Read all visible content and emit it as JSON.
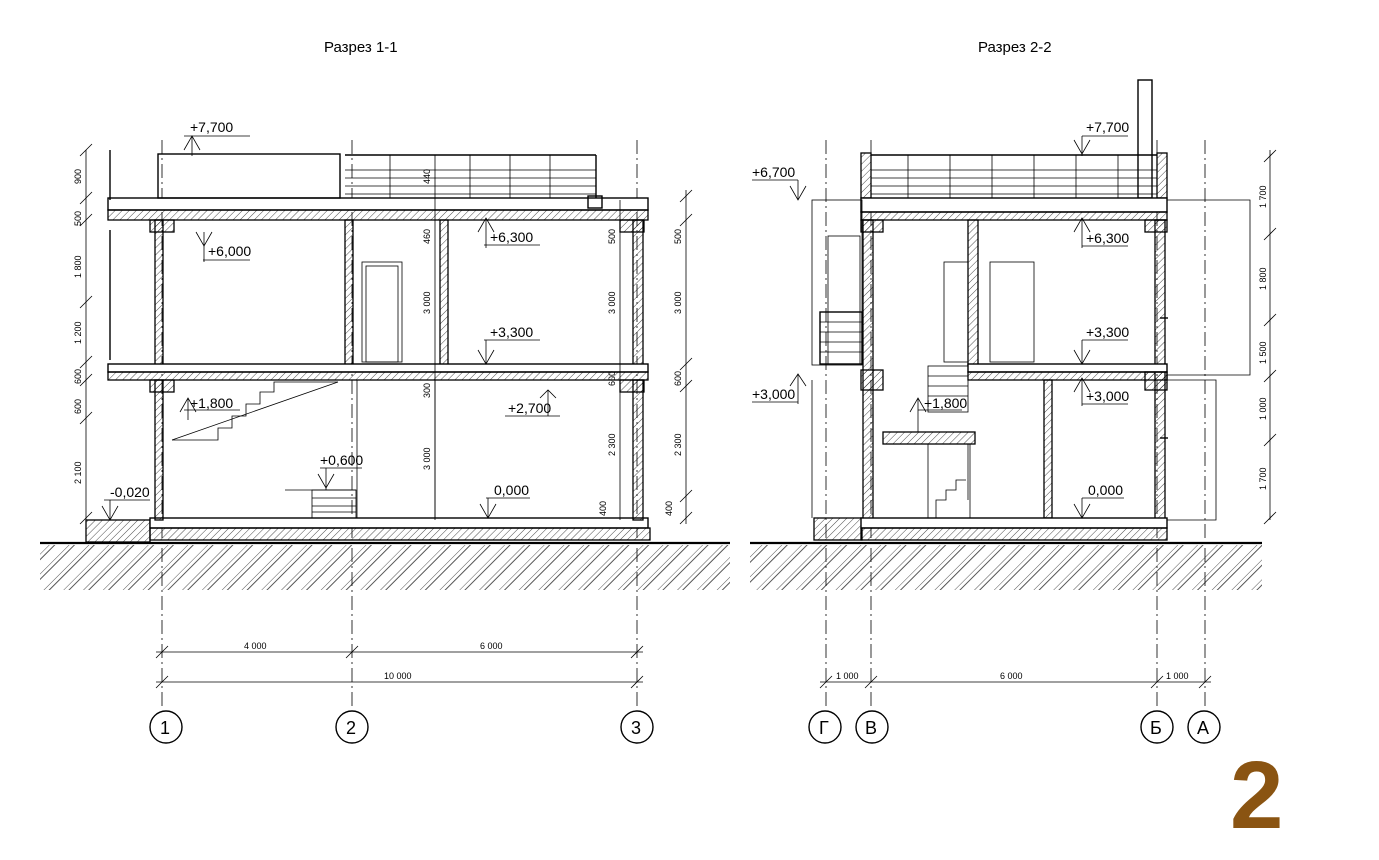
{
  "sections": [
    {
      "title": "Разрез 1-1",
      "levels": [
        "+7,700",
        "+6,000",
        "+6,300",
        "+3,300",
        "+1,800",
        "+2,700",
        "+0,600",
        "0,000",
        "-0,020"
      ],
      "left_dims": [
        "900",
        "500",
        "1 800",
        "1 200",
        "600",
        "600",
        "2 100"
      ],
      "inner_dims": [
        "440",
        "460",
        "3 000",
        "300",
        "3 000"
      ],
      "right_dims_inner": [
        "500",
        "3 000",
        "600",
        "2 300",
        "400"
      ],
      "right_dims_outer": [
        "500",
        "3 000",
        "600",
        "2 300",
        "400"
      ],
      "span_dims": [
        "4 000",
        "6 000"
      ],
      "total_dim": "10 000",
      "axes": [
        "1",
        "2",
        "3"
      ]
    },
    {
      "title": "Разрез 2-2",
      "levels": [
        "+7,700",
        "+6,700",
        "+6,300",
        "+3,300",
        "+3,000",
        "+1,800",
        "+3,000",
        "0,000"
      ],
      "right_dims": [
        "1 700",
        "1 800",
        "1 500",
        "1 000",
        "1 700"
      ],
      "span_dims": [
        "1 000",
        "6 000",
        "1 000"
      ],
      "axes": [
        "Г",
        "В",
        "Б",
        "А"
      ]
    }
  ],
  "page_number": "2"
}
